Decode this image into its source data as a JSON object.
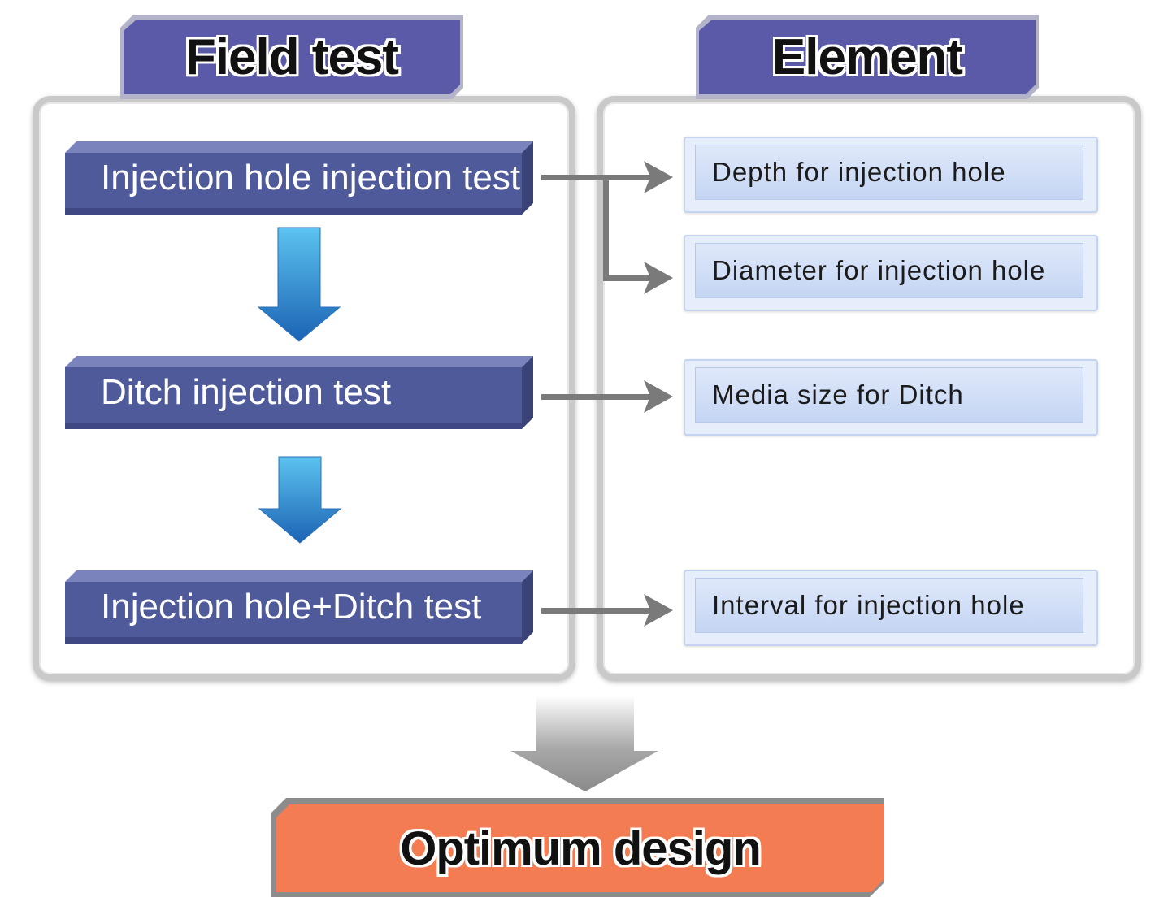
{
  "headers": {
    "field_test": "Field test",
    "element": "Element"
  },
  "tests": [
    {
      "label": "Injection hole injection test"
    },
    {
      "label": "Ditch injection test"
    },
    {
      "label": "Injection hole+Ditch test"
    }
  ],
  "elements": [
    {
      "label": "Depth for injection hole"
    },
    {
      "label": "Diameter for injection hole"
    },
    {
      "label": "Media size for Ditch"
    },
    {
      "label": "Interval for injection hole"
    }
  ],
  "result": {
    "label": "Optimum design"
  },
  "colors": {
    "header_blue": "#5a5aa8",
    "test_blue": "#4f5a9a",
    "element_fill": "#c9d8f4",
    "arrow_gray": "#7a7a7a",
    "flow_arrow_blue": "#2f86cf",
    "result_orange": "#f47c52"
  }
}
